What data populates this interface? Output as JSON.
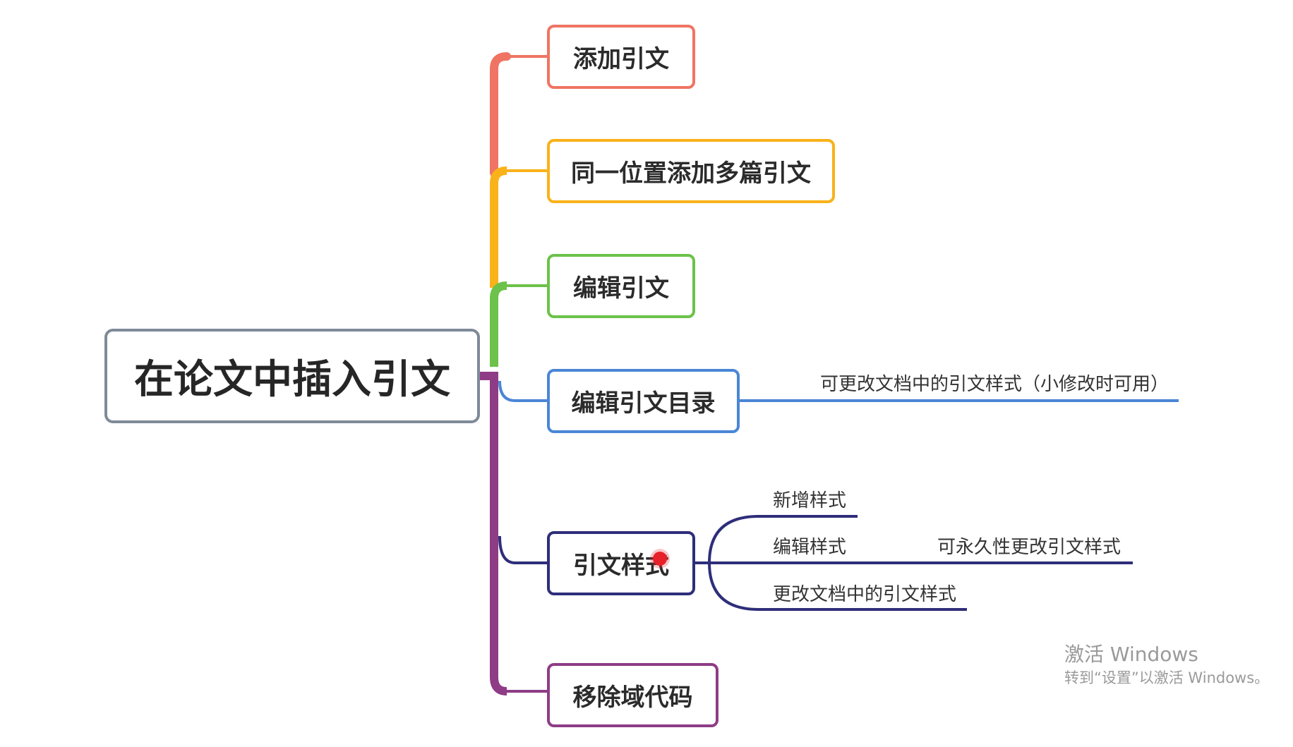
{
  "root": {
    "label": "在论文中插入引文"
  },
  "branches": [
    {
      "label": "添加引文",
      "color": "#f07463"
    },
    {
      "label": "同一位置添加多篇引文",
      "color": "#f9b21a"
    },
    {
      "label": "编辑引文",
      "color": "#6cc24a"
    },
    {
      "label": "编辑引文目录",
      "color": "#4a86d6"
    },
    {
      "label": "引文样式",
      "color": "#2e2e7a"
    },
    {
      "label": "移除域代码",
      "color": "#8e3c86"
    }
  ],
  "leaves": {
    "catalog_note": "可更改文档中的引文样式（小修改时可用）",
    "style_new": "新增样式",
    "style_edit": "编辑样式",
    "style_edit_note": "可永久性更改引文样式",
    "style_change": "更改文档中的引文样式"
  },
  "watermark": {
    "title": "激活 Windows",
    "subtitle": "转到“设置”以激活 Windows。"
  }
}
